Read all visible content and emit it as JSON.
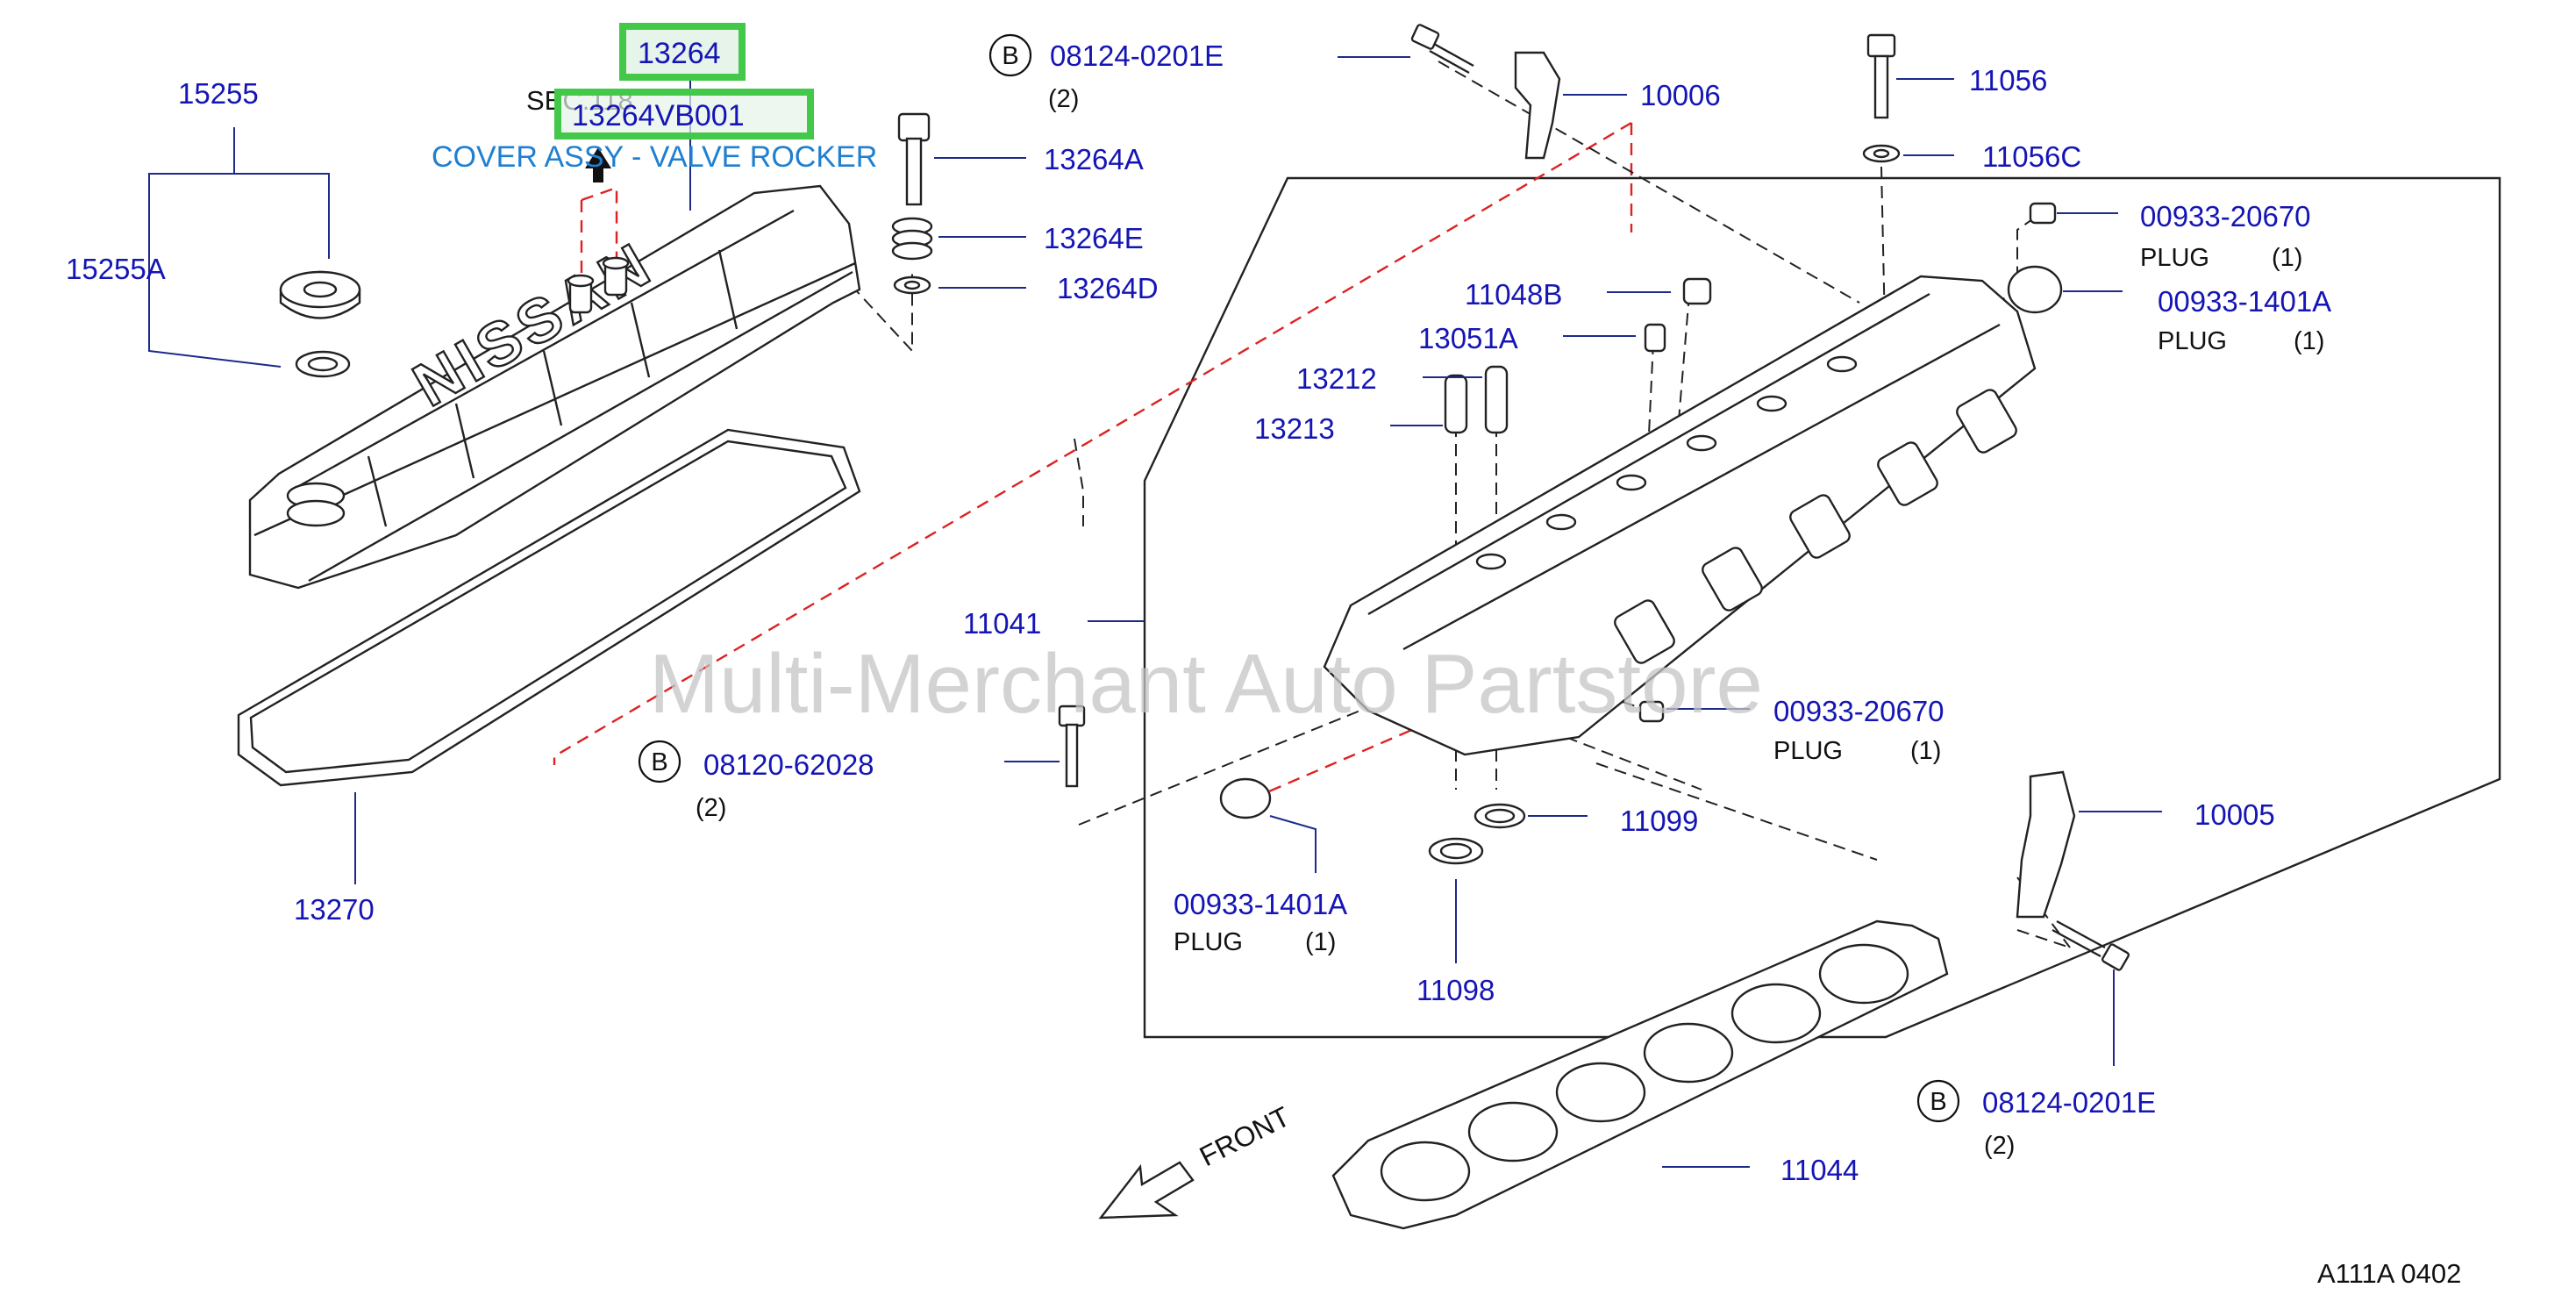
{
  "highlight": {
    "part_number": "13264",
    "catalog_number": "13264VB001",
    "description": "COVER ASSY - VALVE ROCKER",
    "sec_ref": "SEC.118"
  },
  "watermark": "Multi-Merchant Auto Partstore",
  "diagram_code": "A111A 0402",
  "front_label": "FRONT",
  "callout_letter": "B",
  "parts": {
    "p15255": "15255",
    "p15255a": "15255A",
    "p13264a": "13264A",
    "p13264e": "13264E",
    "p13264d": "13264D",
    "p13270": "13270",
    "bolt_b1": "08124-0201E",
    "bolt_b1_qty": "(2)",
    "p10006": "10006",
    "p11056": "11056",
    "p11056c": "11056C",
    "p00933_20670_top": "00933-20670",
    "p00933_1401a_top": "00933-1401A",
    "plug_label": "PLUG",
    "qty_1": "(1)",
    "p11048b": "11048B",
    "p13051a": "13051A",
    "p13212": "13212",
    "p13213": "13213",
    "p11041": "11041",
    "p00933_20670_mid": "00933-20670",
    "bolt_b2": "08120-62028",
    "bolt_b2_qty": "(2)",
    "p11099": "11099",
    "p10005": "10005",
    "p00933_1401a_bot": "00933-1401A",
    "p11098": "11098",
    "bolt_b3": "08124-0201E",
    "bolt_b3_qty": "(2)",
    "p11044": "11044"
  }
}
